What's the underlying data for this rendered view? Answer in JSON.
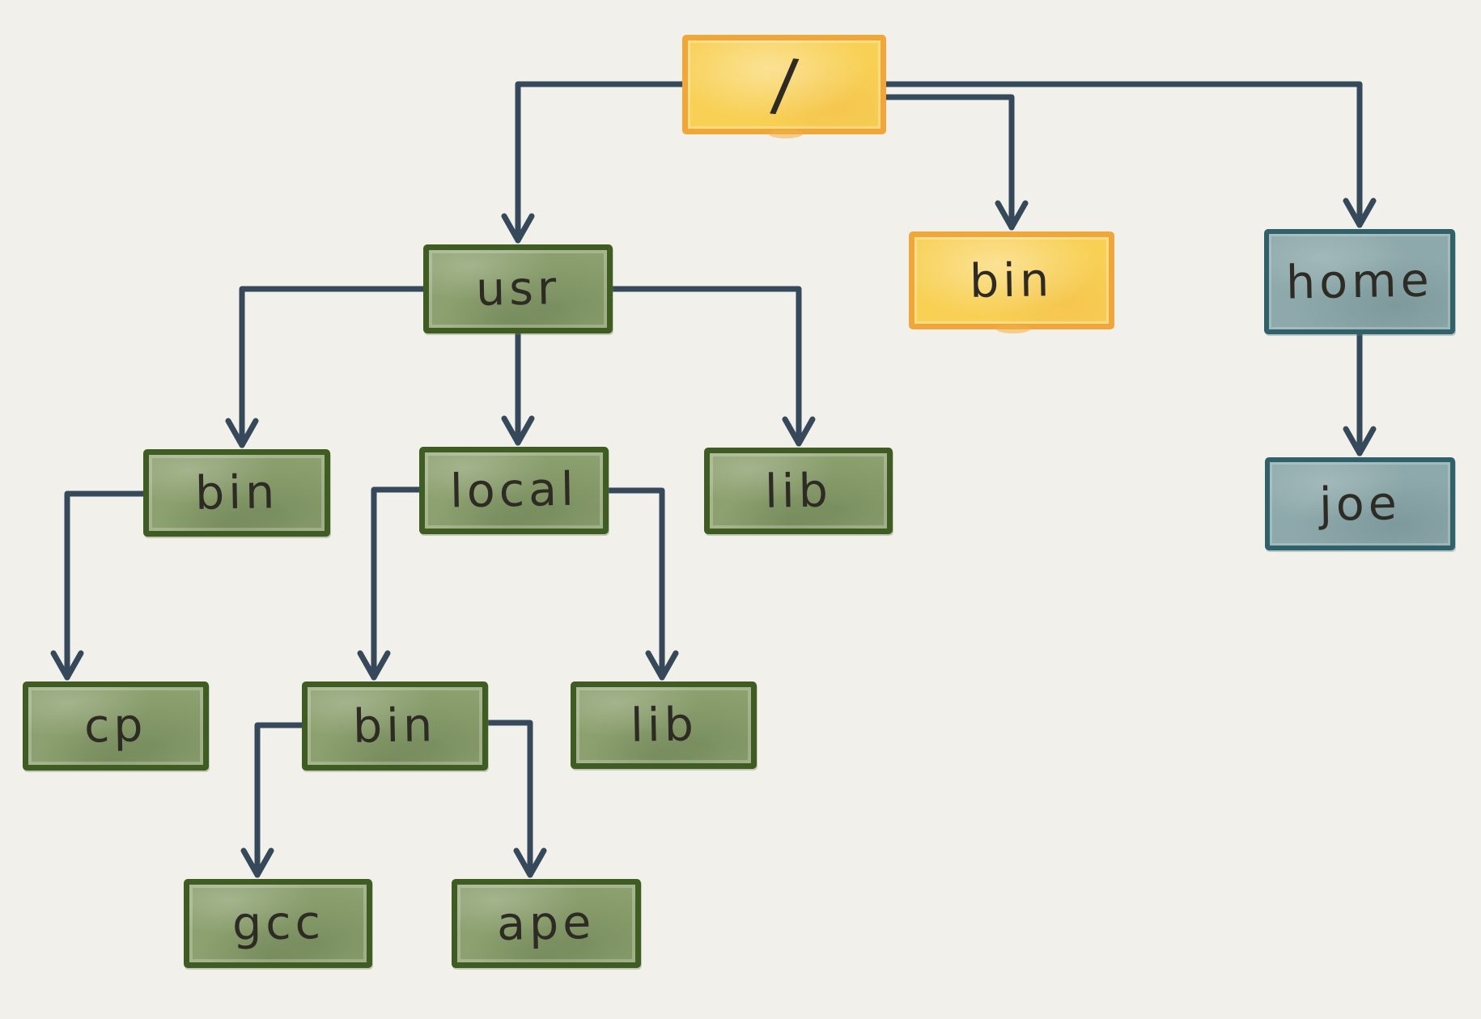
{
  "background_color": "#f2f0ea",
  "diagram": {
    "type": "filesystem-tree",
    "colors": {
      "background": "#f2f0ea",
      "arrow": "#36495a",
      "text": "#2e2b25",
      "yellow_fill": "#f8d054",
      "yellow_border": "#f1a63a",
      "green_fill": "#8da170",
      "green_border": "#3f5c22",
      "teal_fill": "#8ea9ab",
      "teal_border": "#2f616a"
    },
    "nodes": [
      {
        "id": "root",
        "label": "/",
        "color_role": "yellow"
      },
      {
        "id": "usr",
        "label": "usr",
        "color_role": "green"
      },
      {
        "id": "bin-top",
        "label": "bin",
        "color_role": "yellow"
      },
      {
        "id": "home",
        "label": "home",
        "color_role": "teal"
      },
      {
        "id": "usr-bin",
        "label": "bin",
        "color_role": "green"
      },
      {
        "id": "usr-local",
        "label": "local",
        "color_role": "green"
      },
      {
        "id": "usr-lib",
        "label": "lib",
        "color_role": "green"
      },
      {
        "id": "joe",
        "label": "joe",
        "color_role": "teal"
      },
      {
        "id": "cp",
        "label": "cp",
        "color_role": "green"
      },
      {
        "id": "local-bin",
        "label": "bin",
        "color_role": "green"
      },
      {
        "id": "local-lib",
        "label": "lib",
        "color_role": "green"
      },
      {
        "id": "gcc",
        "label": "gcc",
        "color_role": "green"
      },
      {
        "id": "ape",
        "label": "ape",
        "color_role": "green"
      }
    ],
    "edges": [
      {
        "from": "root",
        "to": "usr"
      },
      {
        "from": "root",
        "to": "bin-top"
      },
      {
        "from": "root",
        "to": "home"
      },
      {
        "from": "usr",
        "to": "usr-bin"
      },
      {
        "from": "usr",
        "to": "usr-local"
      },
      {
        "from": "usr",
        "to": "usr-lib"
      },
      {
        "from": "usr-bin",
        "to": "cp"
      },
      {
        "from": "usr-local",
        "to": "local-bin"
      },
      {
        "from": "usr-local",
        "to": "local-lib"
      },
      {
        "from": "local-bin",
        "to": "gcc"
      },
      {
        "from": "local-bin",
        "to": "ape"
      },
      {
        "from": "home",
        "to": "joe"
      }
    ]
  }
}
